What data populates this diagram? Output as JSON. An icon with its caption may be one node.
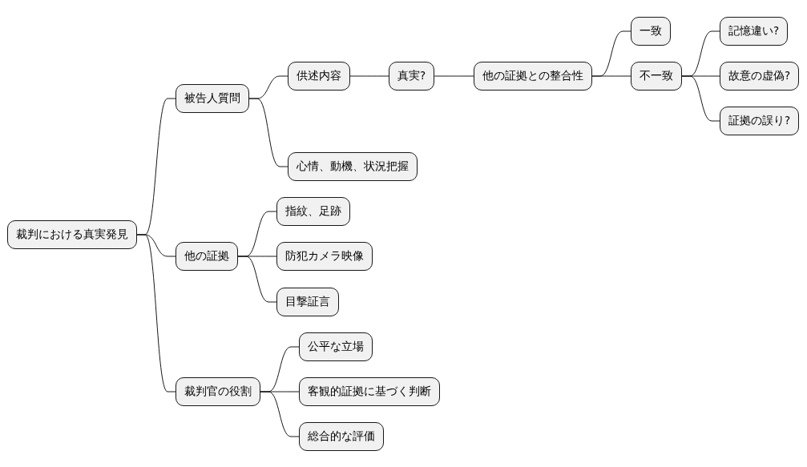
{
  "diagram": {
    "nodes": [
      {
        "text": [
          "裁判における真実発見"
        ]
      },
      {
        "text": [
          "被告人質問"
        ]
      },
      {
        "text": [
          "供述内容"
        ]
      },
      {
        "text": [
          "真実?"
        ]
      },
      {
        "text": [
          "他の証拠との整合性"
        ]
      },
      {
        "text": [
          "一致"
        ]
      },
      {
        "text": [
          "不一致"
        ]
      },
      {
        "text": [
          "記憶違い?"
        ]
      },
      {
        "text": [
          "故意の虚偽?"
        ]
      },
      {
        "text": [
          "証拠の誤り?"
        ]
      },
      {
        "text": [
          "心情、動機、状況把握"
        ]
      },
      {
        "text": [
          "他の証拠"
        ]
      },
      {
        "text": [
          "指紋、足跡"
        ]
      },
      {
        "text": [
          "防犯カメラ映像"
        ]
      },
      {
        "text": [
          "目撃証言"
        ]
      },
      {
        "text": [
          "裁判官の役割"
        ]
      },
      {
        "text": [
          "公平な立場"
        ]
      },
      {
        "text": [
          "客観的証拠に基づく判断"
        ]
      },
      {
        "text": [
          "総合的な評価"
        ]
      }
    ],
    "edges": [
      {
        "from": 0,
        "to": 1,
        "arrow": "none"
      },
      {
        "from": 1,
        "to": 2,
        "arrow": "none"
      },
      {
        "from": 2,
        "to": 3,
        "arrow": "none"
      },
      {
        "from": 3,
        "to": 4,
        "arrow": "none"
      },
      {
        "from": 4,
        "to": 5,
        "arrow": "none"
      },
      {
        "from": 4,
        "to": 6,
        "arrow": "none"
      },
      {
        "from": 6,
        "to": 7,
        "arrow": "none"
      },
      {
        "from": 6,
        "to": 8,
        "arrow": "none"
      },
      {
        "from": 6,
        "to": 9,
        "arrow": "none"
      },
      {
        "from": 1,
        "to": 10,
        "arrow": "none"
      },
      {
        "from": 0,
        "to": 11,
        "arrow": "none"
      },
      {
        "from": 11,
        "to": 12,
        "arrow": "none"
      },
      {
        "from": 11,
        "to": 13,
        "arrow": "none"
      },
      {
        "from": 11,
        "to": 14,
        "arrow": "none"
      },
      {
        "from": 0,
        "to": 15,
        "arrow": "none"
      },
      {
        "from": 15,
        "to": 16,
        "arrow": "none"
      },
      {
        "from": 15,
        "to": 17,
        "arrow": "none"
      },
      {
        "from": 15,
        "to": 18,
        "arrow": "none"
      }
    ]
  }
}
